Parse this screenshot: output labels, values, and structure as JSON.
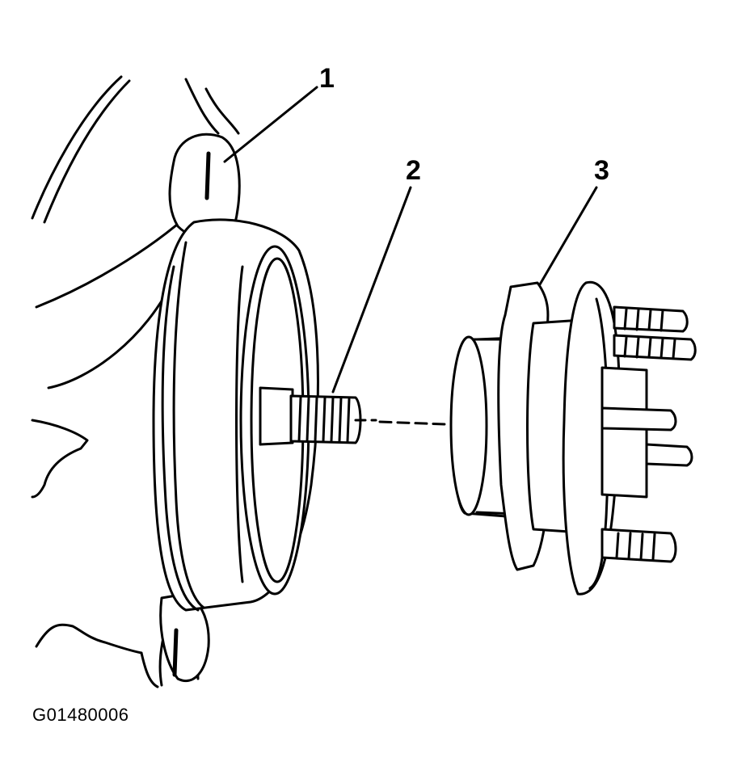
{
  "callouts": {
    "c1": "1",
    "c2": "2",
    "c3": "3"
  },
  "figure_code": "G01480006"
}
